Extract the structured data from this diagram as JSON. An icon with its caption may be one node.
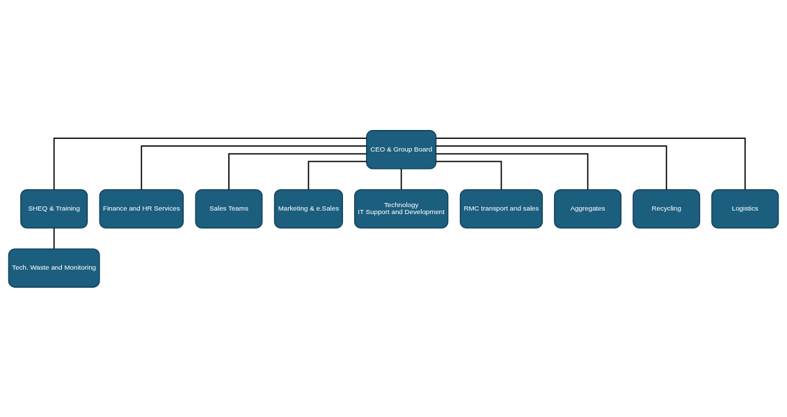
{
  "diagram": {
    "nodes": [
      {
        "text": [
          "CEO & Group Board"
        ]
      },
      {
        "text": [
          "SHEQ & Training"
        ]
      },
      {
        "text": [
          "Finance and HR Services"
        ]
      },
      {
        "text": [
          "Sales Teams"
        ]
      },
      {
        "text": [
          "Marketing & e.Sales"
        ]
      },
      {
        "text": [
          "Technology",
          "IT Support and Development"
        ]
      },
      {
        "text": [
          "Tech. Waste and Monitoring"
        ]
      },
      {
        "text": [
          "RMC transport and sales"
        ]
      },
      {
        "text": [
          "Aggregates"
        ]
      },
      {
        "text": [
          "Recycling"
        ]
      },
      {
        "text": [
          "Logistics"
        ]
      }
    ],
    "edges": [
      {
        "from": 0,
        "to": 1,
        "arrow": "none"
      },
      {
        "from": 0,
        "to": 2,
        "arrow": "none"
      },
      {
        "from": 0,
        "to": 3,
        "arrow": "none"
      },
      {
        "from": 0,
        "to": 4,
        "arrow": "none"
      },
      {
        "from": 0,
        "to": 5,
        "arrow": "none"
      },
      {
        "from": 1,
        "to": 6,
        "arrow": "none"
      },
      {
        "from": 0,
        "to": 7,
        "arrow": "none"
      },
      {
        "from": 0,
        "to": 8,
        "arrow": "none"
      },
      {
        "from": 0,
        "to": 9,
        "arrow": "none"
      },
      {
        "from": 0,
        "to": 10,
        "arrow": "none"
      }
    ]
  }
}
